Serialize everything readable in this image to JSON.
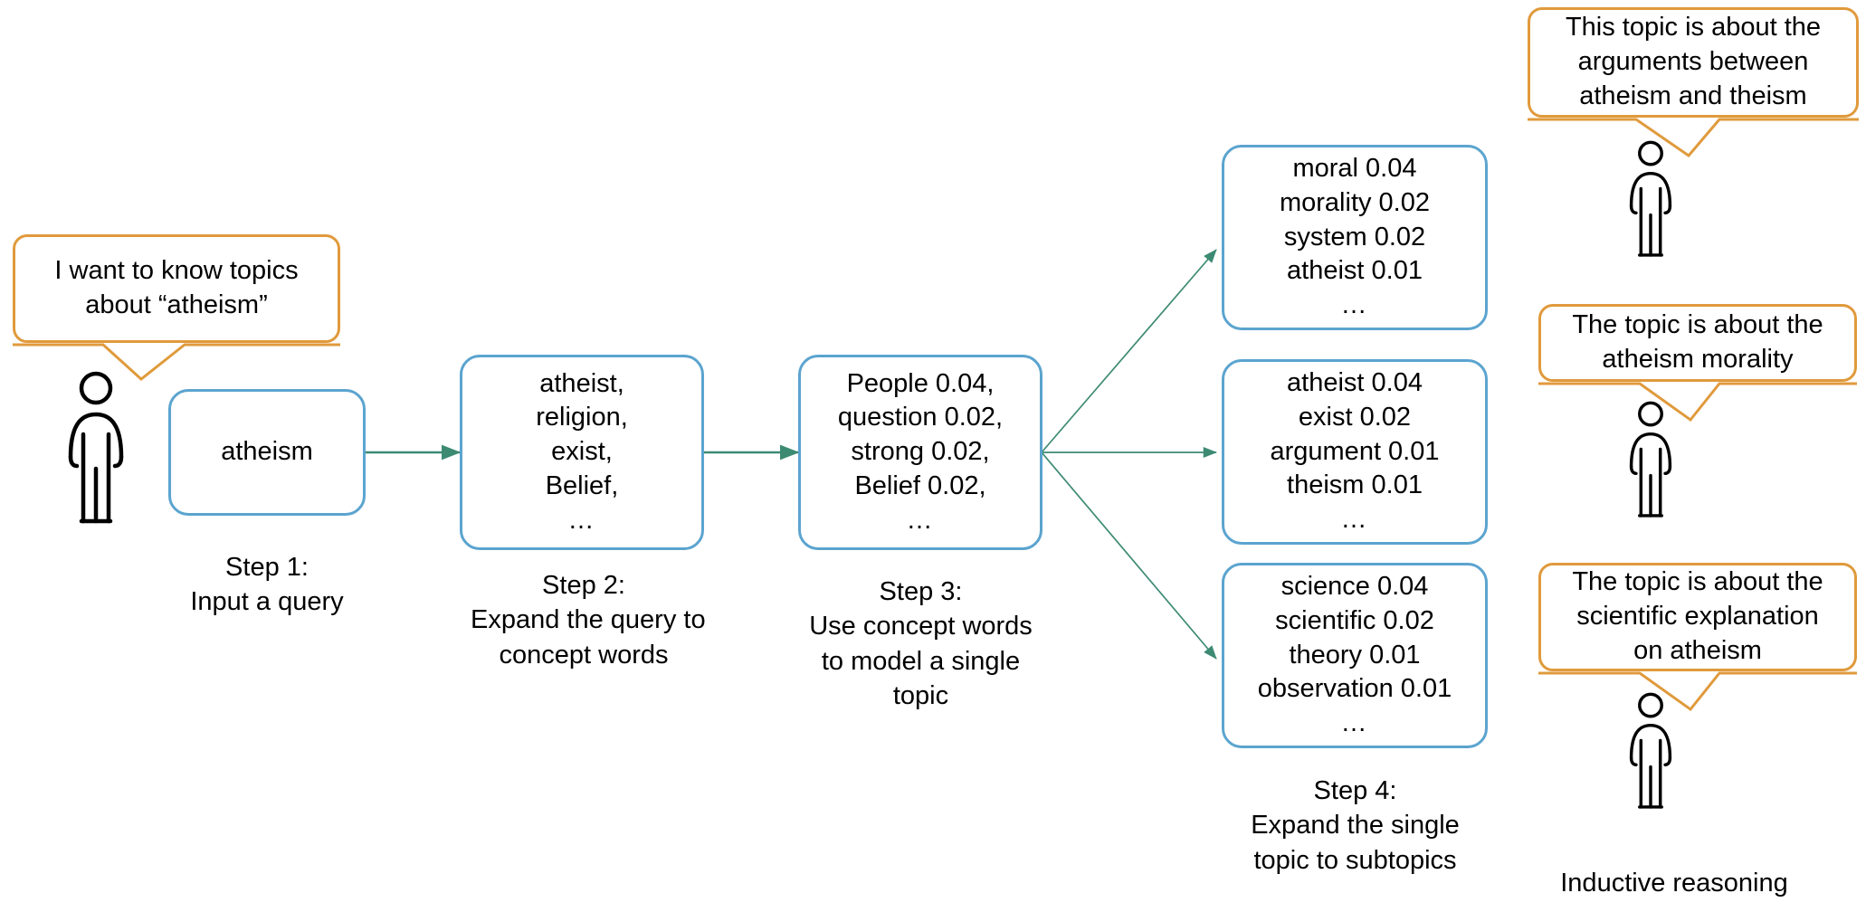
{
  "diagram": {
    "title_label": "Inductive reasoning",
    "colors": {
      "box_border": "#5BA4CF",
      "bubble_border": "#E09A3C",
      "arrow": "#3D8A73",
      "text": "#000000",
      "background": "#FFFFFF"
    }
  },
  "user_bubble": {
    "lines": [
      "I want to know topics",
      "about “atheism”"
    ]
  },
  "steps": [
    {
      "id": "step-1",
      "box_lines": [
        "atheism"
      ],
      "caption_lines": [
        "Step 1:",
        "Input a query"
      ]
    },
    {
      "id": "step-2",
      "box_lines": [
        "atheist,",
        "religion,",
        "exist,",
        "Belief,",
        "…"
      ],
      "caption_lines": [
        "Step 2:",
        "Expand the query to",
        "concept words"
      ]
    },
    {
      "id": "step-3",
      "box_lines": [
        "People 0.04,",
        "question 0.02,",
        "strong 0.02,",
        "Belief 0.02,",
        "…"
      ],
      "caption_lines": [
        "Step 3:",
        "Use concept words",
        "to model a single",
        "topic"
      ]
    },
    {
      "id": "step-4",
      "caption_lines": [
        "Step 4:",
        "Expand the single",
        "topic to subtopics"
      ]
    }
  ],
  "subtopics": [
    {
      "id": "subtopic-morality",
      "box_lines": [
        "moral 0.04",
        "morality 0.02",
        "system 0.02",
        "atheist 0.01",
        "…"
      ],
      "words": [
        {
          "term": "moral",
          "weight": "0.04"
        },
        {
          "term": "morality",
          "weight": "0.02"
        },
        {
          "term": "system",
          "weight": "0.02"
        },
        {
          "term": "atheist",
          "weight": "0.01"
        }
      ]
    },
    {
      "id": "subtopic-argument",
      "box_lines": [
        "atheist 0.04",
        "exist 0.02",
        "argument 0.01",
        "theism 0.01",
        "…"
      ],
      "words": [
        {
          "term": "atheist",
          "weight": "0.04"
        },
        {
          "term": "exist",
          "weight": "0.02"
        },
        {
          "term": "argument",
          "weight": "0.01"
        },
        {
          "term": "theism",
          "weight": "0.01"
        }
      ]
    },
    {
      "id": "subtopic-science",
      "box_lines": [
        "science 0.04",
        "scientific 0.02",
        "theory 0.01",
        "observation 0.01",
        "…"
      ],
      "words": [
        {
          "term": "science",
          "weight": "0.04"
        },
        {
          "term": "scientific",
          "weight": "0.02"
        },
        {
          "term": "theory",
          "weight": "0.01"
        },
        {
          "term": "observation",
          "weight": "0.01"
        }
      ]
    }
  ],
  "interpretations": [
    {
      "id": "interpretation-arguments",
      "lines": [
        "This topic is about the",
        "arguments between",
        "atheism and theism"
      ]
    },
    {
      "id": "interpretation-morality",
      "lines": [
        "The topic is about the",
        "atheism morality"
      ]
    },
    {
      "id": "interpretation-science",
      "lines": [
        "The topic is about the",
        "scientific explanation",
        "on atheism"
      ]
    }
  ]
}
